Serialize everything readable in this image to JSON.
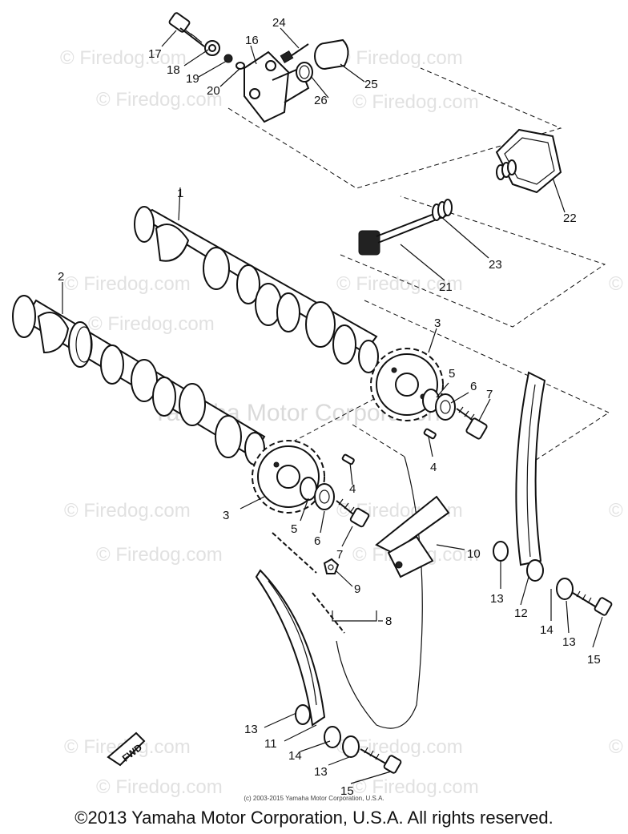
{
  "watermark": "© Firedog.com",
  "center_watermark": "Yamaha Motor Corporation",
  "small_copyright": "(c) 2003-2015 Yamaha Motor Corporation, U.S.A.",
  "footer_copyright": "©2013 Yamaha Motor Corporation, U.S.A. All rights reserved.",
  "fwd_label": "FWD",
  "callouts": {
    "c1": "1",
    "c2": "2",
    "c3a": "3",
    "c3b": "3",
    "c4a": "4",
    "c4b": "4",
    "c5a": "5",
    "c5b": "5",
    "c6a": "6",
    "c6b": "6",
    "c7a": "7",
    "c7b": "7",
    "c8": "8",
    "c9": "9",
    "c10": "10",
    "c11": "11",
    "c12": "12",
    "c13a": "13",
    "c13b": "13",
    "c13c": "13",
    "c13d": "13",
    "c14a": "14",
    "c14b": "14",
    "c15a": "15",
    "c15b": "15",
    "c16": "16",
    "c17": "17",
    "c18": "18",
    "c19": "19",
    "c20": "20",
    "c21": "21",
    "c22": "22",
    "c23": "23",
    "c24": "24",
    "c25": "25",
    "c26": "26"
  }
}
